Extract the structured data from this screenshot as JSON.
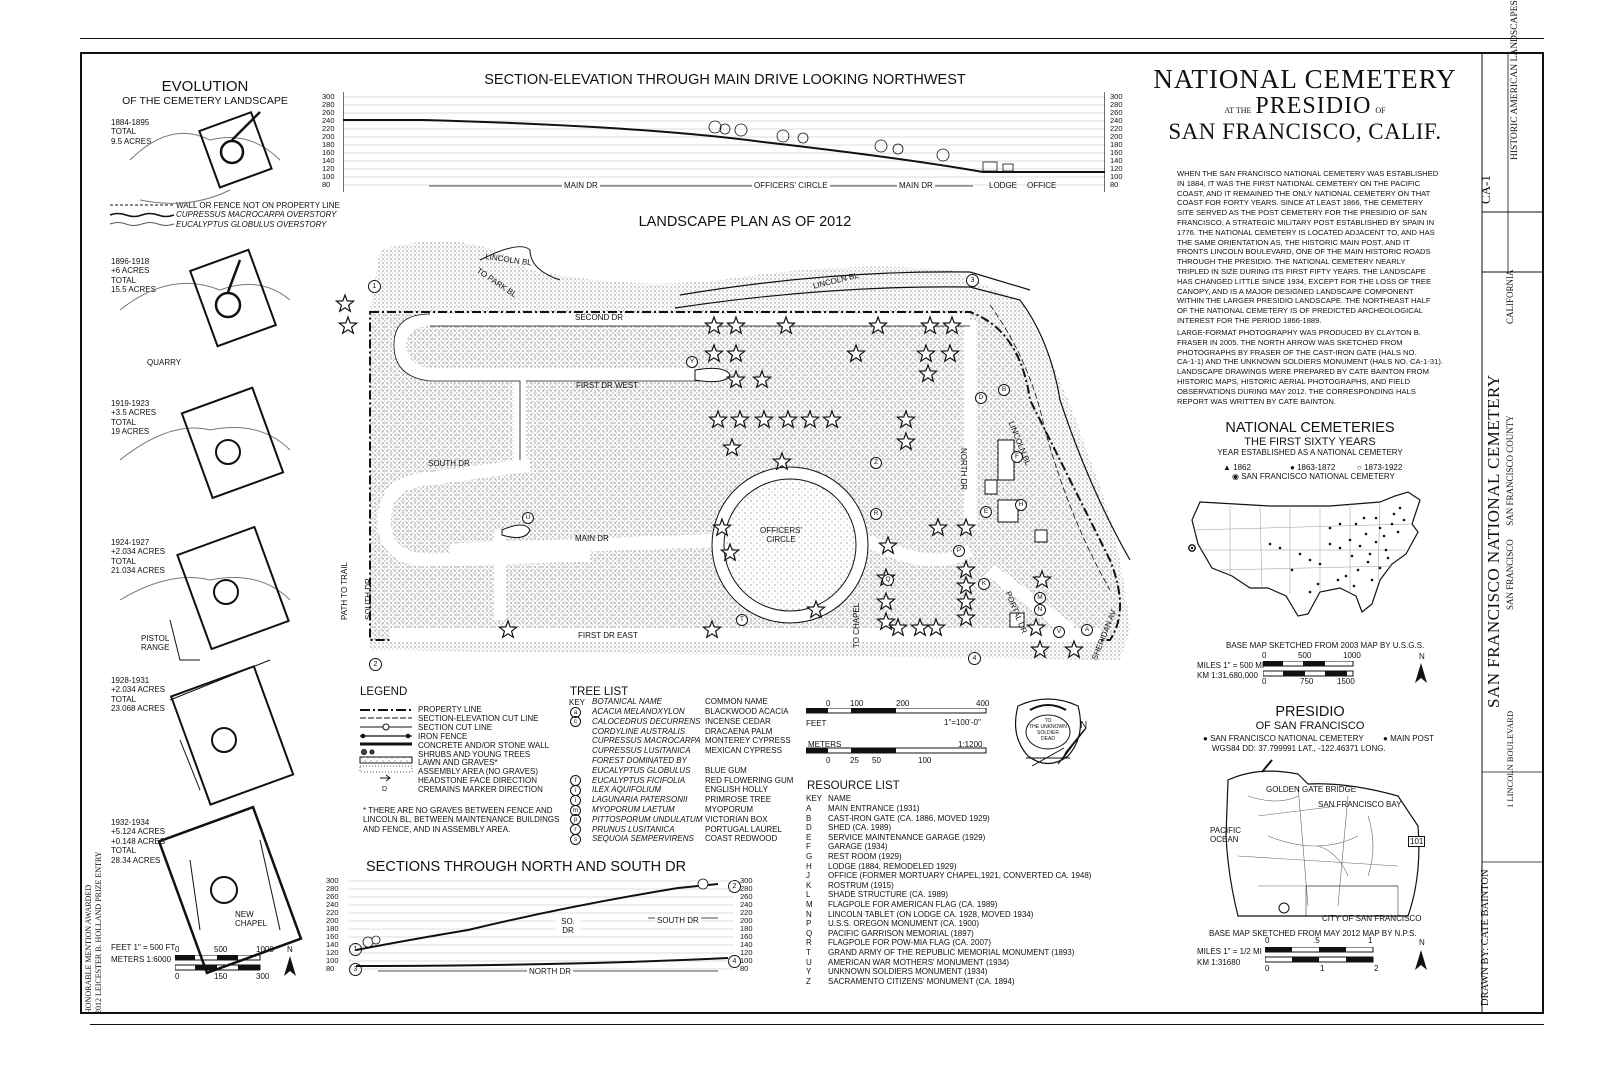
{
  "evolution": {
    "title": "EVOLUTION",
    "subtitle": "OF THE CEMETERY LANDSCAPE",
    "legend": [
      "WALL OR FENCE NOT ON PROPERTY LINE",
      "CUPRESSUS MACROCARPA OVERSTORY",
      "EUCALYPTUS GLOBULUS OVERSTORY"
    ],
    "phases": [
      {
        "lines": [
          "1884-1895",
          "TOTAL",
          "9.5 ACRES"
        ]
      },
      {
        "lines": [
          "1896-1918",
          "+6 ACRES",
          "TOTAL",
          "15.5 ACRES"
        ]
      },
      {
        "lines": [
          "1919-1923",
          "+3.5 ACRES",
          "TOTAL",
          "19 ACRES"
        ]
      },
      {
        "lines": [
          "1924-1927",
          "+2.034 ACRES",
          "TOTAL",
          "21.034 ACRES"
        ]
      },
      {
        "lines": [
          "1928-1931",
          "+2.034 ACRES",
          "TOTAL",
          "23.068 ACRES"
        ]
      },
      {
        "lines": [
          "1932-1934",
          "+5.124 ACRES",
          "+0.148 ACRES",
          "TOTAL",
          "28.34 ACRES"
        ]
      }
    ],
    "quarry": "QUARRY",
    "pistol_range": [
      "PISTOL",
      "RANGE"
    ],
    "new_chapel": [
      "NEW",
      "CHAPEL"
    ],
    "scale_feet": "FEET 1\" = 500 FT",
    "scale_meters": "METERS 1:6000",
    "scale_feet_ticks": [
      "0",
      "500",
      "1000"
    ],
    "scale_meter_ticks": [
      "0",
      "150",
      "300"
    ],
    "north": "N"
  },
  "award": [
    "HONORABLE MENTION AWARDED",
    "2012 LEICESTER B. HOLLAND PRIZE ENTRY"
  ],
  "section_elevation": {
    "title": "SECTION-ELEVATION THROUGH MAIN DRIVE LOOKING NORTHWEST",
    "y_ticks": [
      "300",
      "280",
      "260",
      "240",
      "220",
      "200",
      "180",
      "160",
      "140",
      "120",
      "100",
      "80"
    ],
    "labels": [
      "MAIN DR",
      "OFFICERS' CIRCLE",
      "MAIN DR",
      "LODGE",
      "OFFICE"
    ]
  },
  "plan": {
    "title": "LANDSCAPE PLAN AS OF 2012",
    "streets": [
      "LINCOLN BL",
      "TO PARK BL",
      "LINCOLN BL",
      "LINCOLN BL",
      "SECOND DR",
      "FIRST DR WEST",
      "SOUTH DR",
      "MAIN DR",
      "FIRST DR EAST",
      "NORTH DR",
      "PORTAL DR",
      "SHERIDAN AV",
      "TO CHAPEL",
      "PATH TO TRAIL",
      "SOUTH DR"
    ],
    "circle": [
      "OFFICERS'",
      "CIRCLE"
    ],
    "markers": [
      "1",
      "2",
      "3",
      "4"
    ],
    "keys": [
      "Y",
      "Z",
      "U",
      "R",
      "T",
      "Q",
      "P",
      "N",
      "M",
      "V",
      "A",
      "B",
      "D",
      "K",
      "F",
      "H",
      "E"
    ]
  },
  "legend": {
    "title": "LEGEND",
    "items": [
      "PROPERTY LINE",
      "SECTION-ELEVATION CUT LINE",
      "SECTION CUT LINE",
      "IRON FENCE",
      "CONCRETE AND/OR STONE WALL",
      "SHRUBS AND YOUNG TREES",
      "LAWN AND GRAVES*",
      "ASSEMBLY AREA (NO GRAVES)",
      "HEADSTONE FACE DIRECTION",
      "CREMAINS MARKER DIRECTION"
    ],
    "footnote": [
      "* THERE ARE NO GRAVES BETWEEN FENCE AND",
      "LINCOLN BL, BETWEEN MAINTENANCE BUILDINGS",
      "AND FENCE, AND IN ASSEMBLY AREA."
    ]
  },
  "tree_list": {
    "title": "TREE LIST",
    "headers": [
      "KEY",
      "BOTANICAL NAME",
      "COMMON NAME"
    ],
    "rows": [
      {
        "key": "a",
        "botanical": "ACACIA MELANOXYLON",
        "common": "BLACKWOOD ACACIA"
      },
      {
        "key": "c",
        "botanical": "CALOCEDRUS DECURRENS",
        "common": "INCENSE CEDAR"
      },
      {
        "key": "",
        "botanical": "CORDYLINE AUSTRALIS",
        "common": "DRACAENA PALM"
      },
      {
        "key": "",
        "botanical": "CUPRESSUS MACROCARPA",
        "common": "MONTEREY CYPRESS"
      },
      {
        "key": "",
        "botanical": "CUPRESSUS LUSITANICA",
        "common": "MEXICAN CYPRESS"
      },
      {
        "key": "",
        "botanical": "FOREST DOMINATED BY",
        "common": ""
      },
      {
        "key": "",
        "botanical": "EUCALYPTUS GLOBULUS",
        "common": "BLUE GUM"
      },
      {
        "key": "f",
        "botanical": "EUCALYPTUS FICIFOLIA",
        "common": "RED FLOWERING GUM"
      },
      {
        "key": "i",
        "botanical": "ILEX AQUIFOLIUM",
        "common": "ENGLISH HOLLY"
      },
      {
        "key": "l",
        "botanical": "LAGUNARIA PATERSONII",
        "common": "PRIMROSE TREE"
      },
      {
        "key": "m",
        "botanical": "MYOPORUM LAETUM",
        "common": "MYOPORUM"
      },
      {
        "key": "p",
        "botanical": "PITTOSPORUM UNDULATUM",
        "common": "VICTORIAN BOX"
      },
      {
        "key": "r",
        "botanical": "PRUNUS LUSITANICA",
        "common": "PORTUGAL LAUREL"
      },
      {
        "key": "s",
        "botanical": "SEQUOIA SEMPERVIRENS",
        "common": "COAST REDWOOD"
      }
    ]
  },
  "plan_scale": {
    "feet": "FEET",
    "feet_ticks": [
      "0",
      "100",
      "200",
      "400"
    ],
    "feet_ratio": "1\"=100'-0\"",
    "meters": "METERS",
    "meter_ticks": [
      "0",
      "25",
      "50",
      "100"
    ],
    "meter_ratio": "1:1200"
  },
  "seal_text": [
    "TO",
    "THE UNKNOWN",
    "SOLDIER",
    "DEAD"
  ],
  "north": "N",
  "resource_list": {
    "title": "RESOURCE LIST",
    "headers": [
      "KEY",
      "NAME"
    ],
    "rows": [
      {
        "key": "A",
        "name": "MAIN ENTRANCE (1931)"
      },
      {
        "key": "B",
        "name": "CAST-IRON GATE (CA. 1886, MOVED 1929)"
      },
      {
        "key": "D",
        "name": "SHED (CA. 1989)"
      },
      {
        "key": "E",
        "name": "SERVICE MAINTENANCE GARAGE (1929)"
      },
      {
        "key": "F",
        "name": "GARAGE (1934)"
      },
      {
        "key": "G",
        "name": "REST ROOM (1929)"
      },
      {
        "key": "H",
        "name": "LODGE (1884, REMODELED 1929)"
      },
      {
        "key": "J",
        "name": "OFFICE (FORMER MORTUARY CHAPEL,1921, CONVERTED CA. 1948)"
      },
      {
        "key": "K",
        "name": "ROSTRUM (1915)"
      },
      {
        "key": "L",
        "name": "SHADE STRUCTURE (CA. 1989)"
      },
      {
        "key": "M",
        "name": "FLAGPOLE FOR AMERICAN FLAG (CA. 1989)"
      },
      {
        "key": "N",
        "name": "LINCOLN TABLET (ON LODGE CA. 1928, MOVED 1934)"
      },
      {
        "key": "P",
        "name": "U.S.S. OREGON MONUMENT (CA. 1900)"
      },
      {
        "key": "Q",
        "name": "PACIFIC GARRISON MEMORIAL (1897)"
      },
      {
        "key": "R",
        "name": "FLAGPOLE FOR POW-MIA FLAG (CA. 2007)"
      },
      {
        "key": "T",
        "name": "GRAND ARMY OF THE REPUBLIC MEMORIAL MONUMENT (1893)"
      },
      {
        "key": "U",
        "name": "AMERICAN WAR MOTHERS' MONUMENT (1934)"
      },
      {
        "key": "Y",
        "name": "UNKNOWN SOLDIERS MONUMENT (1934)"
      },
      {
        "key": "Z",
        "name": "SACRAMENTO CITIZENS' MONUMENT (CA. 1894)"
      }
    ]
  },
  "sections_ns": {
    "title": "SECTIONS THROUGH NORTH AND SOUTH DR",
    "y_ticks": [
      "300",
      "280",
      "260",
      "240",
      "220",
      "200",
      "180",
      "160",
      "140",
      "120",
      "100",
      "80"
    ],
    "labels": [
      "SO.",
      "DR",
      "SOUTH DR",
      "NORTH DR"
    ],
    "markers": [
      "1",
      "2",
      "3",
      "4"
    ]
  },
  "title_block": {
    "line1": "NATIONAL CEMETERY",
    "at_the": "AT THE",
    "presidio": "PRESIDIO",
    "of": "OF",
    "line3": "SAN FRANCISCO, CALIF."
  },
  "description": [
    "WHEN THE SAN FRANCISCO NATIONAL CEMETERY WAS ESTABLISHED",
    "IN 1884, IT WAS THE FIRST NATIONAL CEMETERY ON THE PACIFIC",
    "COAST, AND IT REMAINED THE ONLY NATIONAL CEMETERY ON THAT",
    "COAST FOR FORTY YEARS.  SINCE AT LEAST 1866, THE CEMETERY",
    "SITE SERVED AS THE POST CEMETERY FOR THE PRESIDIO OF SAN",
    "FRANCISCO, A STRATEGIC MILITARY POST ESTABLISHED BY SPAIN IN",
    "1776.  THE NATIONAL CEMETERY IS LOCATED ADJACENT TO, AND HAS",
    "THE SAME ORIENTATION AS, THE HISTORIC MAIN POST, AND IT",
    "FRONTS LINCOLN BOULEVARD, ONE OF THE MAIN HISTORIC ROADS",
    "THROUGH THE PRESIDIO.  THE NATIONAL CEMETERY NEARLY",
    "TRIPLED IN SIZE DURING ITS FIRST FIFTY YEARS.  THE LANDSCAPE",
    "HAS CHANGED LITTLE SINCE 1934, EXCEPT FOR THE LOSS OF TREE",
    "CANOPY, AND IS A MAJOR DESIGNED LANDSCAPE COMPONENT",
    "WITHIN THE LARGER PRESIDIO LANDSCAPE.  THE NORTHEAST HALF",
    "OF THE NATIONAL CEMETERY IS OF PREDICTED ARCHEOLOGICAL",
    "INTEREST FOR THE PERIOD 1866-1889."
  ],
  "credits": [
    "LARGE-FORMAT PHOTOGRAPHY WAS PRODUCED BY CLAYTON B.",
    "FRASER IN 2005.  THE NORTH ARROW WAS SKETCHED FROM",
    "PHOTOGRAPHS BY FRASER OF THE CAST-IRON GATE (HALS NO.",
    "CA-1-1) AND THE UNKNOWN SOLDIERS MONUMENT (HALS NO. CA-1-31).",
    "LANDSCAPE DRAWINGS WERE PREPARED BY CATE BAINTON FROM",
    "HISTORIC MAPS, HISTORIC AERIAL PHOTOGRAPHS, AND FIELD",
    "OBSERVATIONS DURING MAY 2012.  THE CORRESPONDING HALS",
    "REPORT WAS WRITTEN BY CATE BAINTON."
  ],
  "national_cemeteries": {
    "title": "NATIONAL CEMETERIES",
    "subtitle": "THE FIRST SIXTY YEARS",
    "line3": "YEAR ESTABLISHED AS A NATIONAL CEMETERY",
    "k1": "1862",
    "k2": "1863-1872",
    "k3": "1873-1922",
    "k4": "SAN FRANCISCO NATIONAL CEMETERY",
    "base_map": "BASE MAP SKETCHED FROM 2003 MAP BY U.S.G.S.",
    "miles": "MILES 1\" = 500 MI",
    "km": "KM 1:31,680,000",
    "miles_ticks": [
      "0",
      "500",
      "1000"
    ],
    "km_ticks": [
      "0",
      "750",
      "1500"
    ],
    "north": "N"
  },
  "presidio_map": {
    "title": "PRESIDIO",
    "subtitle": "OF SAN FRANCISCO",
    "k1": "SAN FRANCISCO NATIONAL CEMETERY",
    "k2": "MAIN POST",
    "coords": "WGS84 DD: 37.799991 LAT., -122.46371 LONG.",
    "golden_gate": "GOLDEN GATE BRIDGE",
    "bay": "SAN FRANCISCO BAY",
    "pacific": [
      "PACIFIC",
      "OCEAN"
    ],
    "city": "CITY OF SAN FRANCISCO",
    "highway": "101",
    "base_map": "BASE MAP SKETCHED FROM MAY 2012 MAP BY N.P.S.",
    "miles": "MILES 1\" = 1/2 MI",
    "km": "KM 1:31680",
    "miles_ticks": [
      "0",
      ".5",
      "1"
    ],
    "km_ticks": [
      "0",
      "1",
      "2"
    ],
    "north": "N"
  },
  "side_block": {
    "name": "SAN FRANCISCO NATIONAL CEMETERY",
    "city": "SAN FRANCISCO",
    "county": "SAN FRANCISCO COUNTY",
    "state": "CALIFORNIA",
    "address": "1 LINCOLN BOULEVARD",
    "survey_no": "CA-1",
    "survey": "HISTORIC AMERICAN LANDSCAPES SURVEY",
    "drawn_by": "DRAWN BY: CATE BAINTON"
  }
}
